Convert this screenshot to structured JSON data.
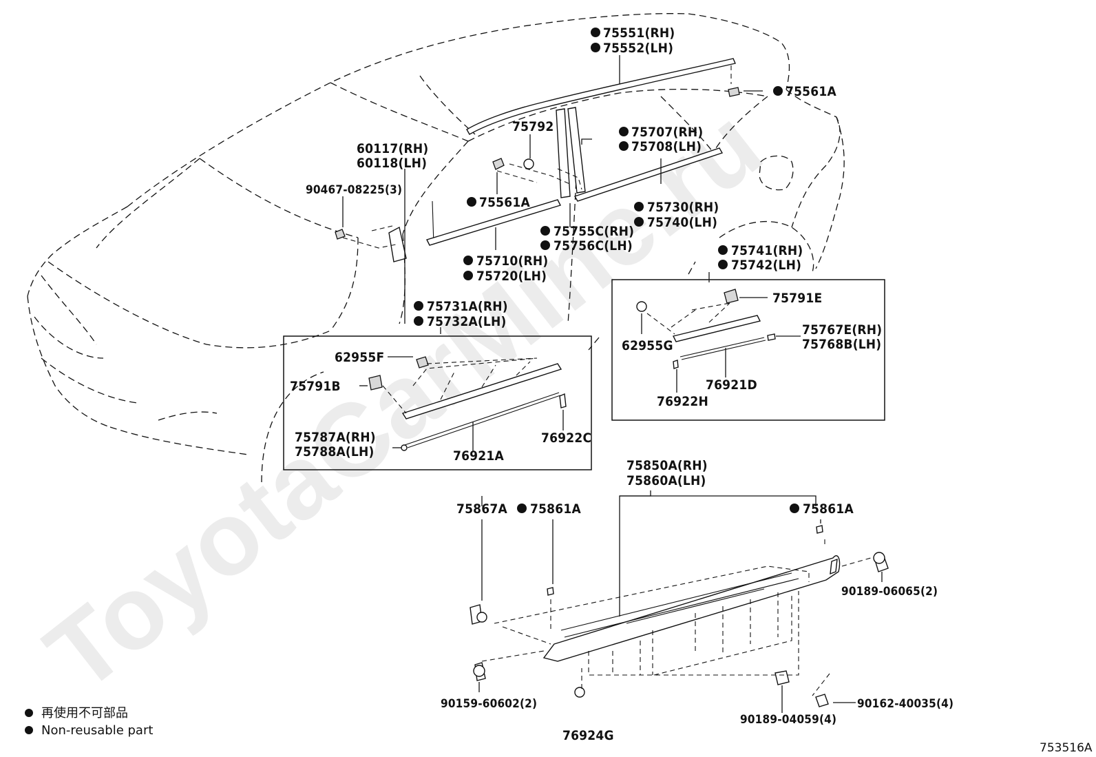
{
  "watermark": "ToyotaCarMine.ru",
  "figure_id": "753516A",
  "legend": [
    {
      "text": "再使用不可部品"
    },
    {
      "text": "Non-reusable part"
    }
  ],
  "labels": {
    "p75551": "75551(RH)",
    "p75552": "75552(LH)",
    "p75561a_top": "75561A",
    "p60117": "60117(RH)",
    "p60118": "60118(LH)",
    "p75792": "75792",
    "p75707": "75707(RH)",
    "p75708": "75708(LH)",
    "p90467": "90467-08225(3)",
    "p75561a_mid": "75561A",
    "p75730": "75730(RH)",
    "p75740": "75740(LH)",
    "p75755c": "75755C(RH)",
    "p75756c": "75756C(LH)",
    "p75741": "75741(RH)",
    "p75742": "75742(LH)",
    "p75710": "75710(RH)",
    "p75720": "75720(LH)",
    "p75731a": "75731A(RH)",
    "p75732a": "75732A(LH)",
    "p75791e": "75791E",
    "p62955g": "62955G",
    "p75767e": "75767E(RH)",
    "p75768b": "75768B(LH)",
    "p76921d": "76921D",
    "p76922h": "76922H",
    "p62955f": "62955F",
    "p75791b": "75791B",
    "p75787a": "75787A(RH)",
    "p75788a": "75788A(LH)",
    "p76921a": "76921A",
    "p76922c": "76922C",
    "p75850a": "75850A(RH)",
    "p75860a": "75860A(LH)",
    "p75867a": "75867A",
    "p75861a_l": "75861A",
    "p75861a_r": "75861A",
    "p90189_06065": "90189-06065(2)",
    "p90159": "90159-60602(2)",
    "p76924g": "76924G",
    "p90189_04059": "90189-04059(4)",
    "p90162": "90162-40035(4)"
  }
}
